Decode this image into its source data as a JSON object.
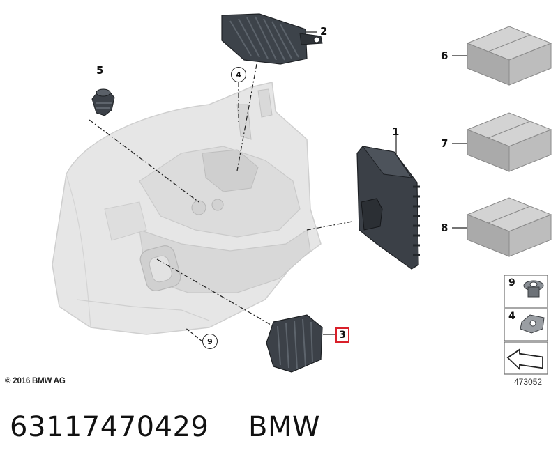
{
  "callouts": {
    "c1": "1",
    "c2": "2",
    "c3": "3",
    "c4": "4",
    "c5": "5",
    "c6": "6",
    "c7": "7",
    "c8": "8",
    "c9": "9"
  },
  "legend": {
    "item9": "9",
    "item4": "4"
  },
  "copyright": "© 2016 BMW AG",
  "reference_number": "473052",
  "part_number": "63117470429",
  "brand": "BMW",
  "colors": {
    "highlight": "#d9202a",
    "headlight_body": "#e4e4e4",
    "dark_part": "#3a3f46",
    "box_fill": "#b4b4b4"
  }
}
